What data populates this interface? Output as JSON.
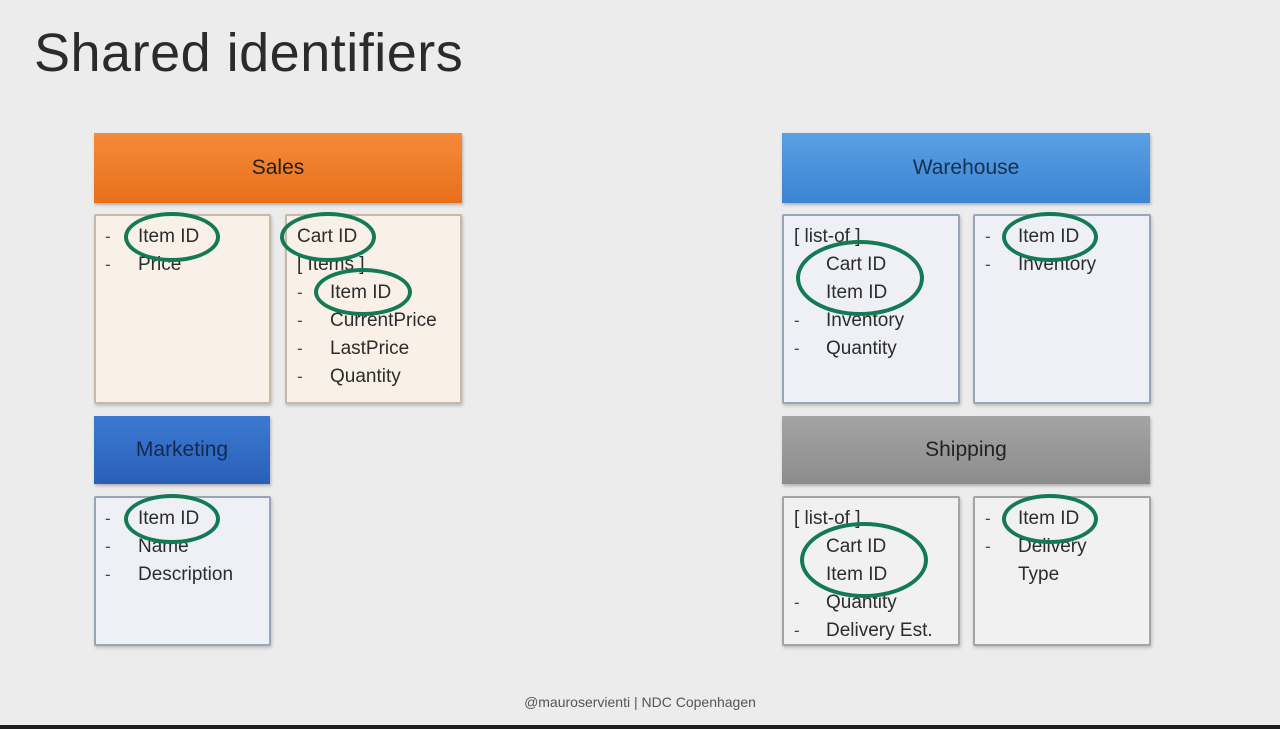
{
  "title": "Shared identifiers",
  "contexts": {
    "sales": {
      "name": "Sales",
      "left_items": [
        "Item ID",
        "Price"
      ],
      "cart": {
        "header": "Cart ID",
        "list_label": "[ Items ]",
        "items": [
          "Item ID",
          "CurrentPrice",
          "LastPrice",
          "Quantity"
        ]
      }
    },
    "marketing": {
      "name": "Marketing",
      "items": [
        "Item ID",
        "Name",
        "Description"
      ]
    },
    "warehouse": {
      "name": "Warehouse",
      "list_label": "[ list-of ]",
      "list_items": [
        "Cart ID",
        "Item ID"
      ],
      "left_items": [
        "Inventory",
        "Quantity"
      ],
      "right_items": [
        "Item ID",
        "Inventory"
      ]
    },
    "shipping": {
      "name": "Shipping",
      "list_label": "[ list-of ]",
      "list_items": [
        "Cart ID",
        "Item ID"
      ],
      "left_items": [
        "Quantity",
        "Delivery Est."
      ],
      "right_items": [
        "Item ID",
        "Delivery",
        "Type"
      ]
    }
  },
  "dash_symbol": "-",
  "footer": "@mauroservienti | NDC Copenhagen",
  "colors": {
    "sales": "#e8701b",
    "warehouse": "#3b84d2",
    "marketing": "#2a5fb8",
    "shipping": "#8c8c8c",
    "highlight": "#137a55"
  }
}
